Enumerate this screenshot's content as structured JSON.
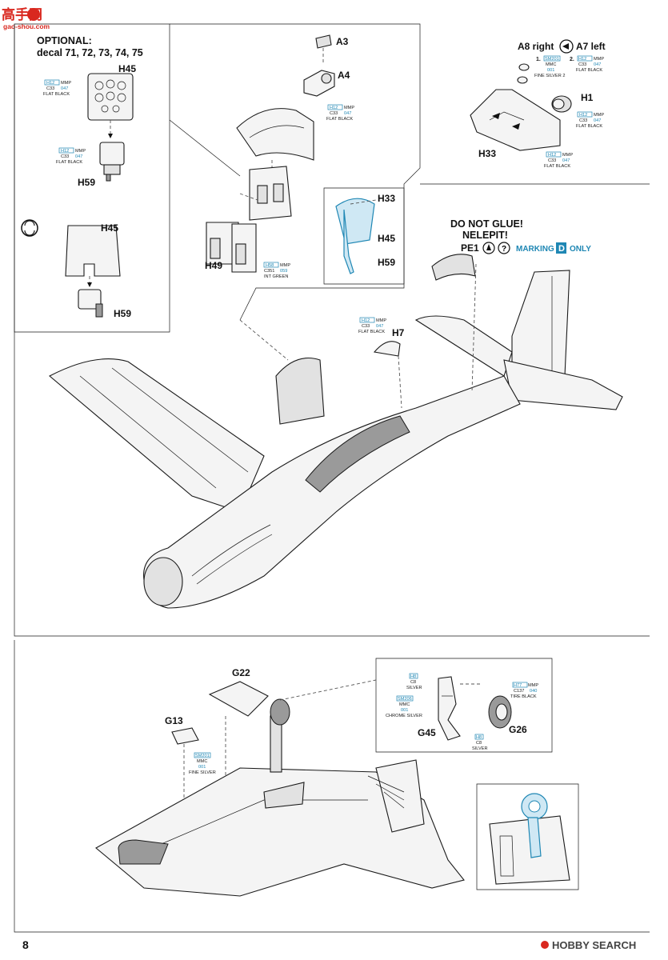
{
  "watermark": {
    "brand_top": "高手网",
    "brand_url": "gao-shou.com"
  },
  "page_number": "8",
  "footer_brand": "HOBBY SEARCH",
  "optional": {
    "title_line1": "OPTIONAL:",
    "title_line2": "decal 71, 72, 73, 74, 75"
  },
  "parts": {
    "h45": "H45",
    "h59": "H59",
    "h49": "H49",
    "h33": "H33",
    "a3": "A3",
    "a4": "A4",
    "a8_right": "A8 right",
    "a7_left": "A7 left",
    "h1": "H1",
    "h7": "H7",
    "pe1": "PE1",
    "g22": "G22",
    "g13": "G13",
    "g45": "G45",
    "g26": "G26"
  },
  "notes": {
    "do_not_glue": "DO NOT GLUE!",
    "nelepit": "NELEPIT!",
    "marking_prefix": "MARKING",
    "marking_letter": "D",
    "marking_suffix": "ONLY"
  },
  "paint_codes": {
    "flat_black": {
      "h": "H12",
      "brand": "MMP",
      "c": "C33",
      "num": "047",
      "name": "FLAT BLACK"
    },
    "int_green": {
      "h": "H58",
      "brand": "MMP",
      "c": "C351",
      "num": "059",
      "name": "INT GREEN"
    },
    "fine_silver_a8": {
      "h": "SM201",
      "brand": "MMC",
      "num": "001",
      "name": "FINE SILVER 2",
      "step": "1."
    },
    "flat_black_a7": {
      "h": "H12",
      "brand": "MMP",
      "c": "C33",
      "num": "047",
      "name": "FLAT BLACK",
      "step": "2."
    },
    "silver": {
      "h": "H8",
      "c": "C8",
      "name": "SILVER"
    },
    "chrome_silver": {
      "h": "SM206",
      "brand": "MMC",
      "num": "001",
      "name": "CHROME SILVER"
    },
    "tire_black": {
      "h": "H77",
      "brand": "MMP",
      "c": "C137",
      "num": "040",
      "name": "TIRE BLACK"
    },
    "fine_silver": {
      "h": "SM201",
      "brand": "MMC",
      "num": "001",
      "name": "FINE SILVER"
    }
  }
}
